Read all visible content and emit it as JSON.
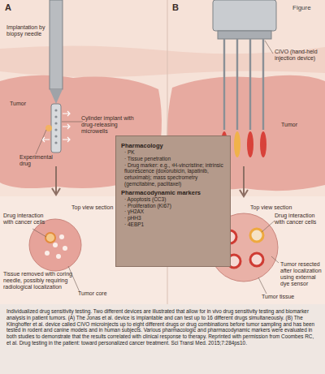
{
  "diagram": {
    "title": "Figure",
    "caption": "Individualized drug sensitivity testing. Two different devices are illustrated that allow for in vivo drug sensitivity testing and biomarker analysis in patient tumors. (A) The Jonas et al. device is implantable and can test up to 16 different drugs simultaneously. (B) The Klinghoffer et al. device called CIVO microinjects up to eight different drugs or drug combinations before tumor sampling and has been tested in rodent and canine models and in human subjects. Various pharmacologic and pharmacodynamic markers were evaluated in both studies to demonstrate that the results correlated with clinical response to therapy. Reprinted with permission from Coombes RC, et al. Drug testing in the patient: toward personalized cancer treatment. Sci Transl Med. 2015;7:284ps10.",
    "nodes": [
      {
        "text": [
          "Pharmacology",
          "· PK",
          "· Tissue penetration",
          "· Drug marker: e.g., ³H-vincristine; intrinsic fluorescence (doxorubicin, lapatinib, cetuximab); mass spectrometry (gemcitabine, paclitaxel)",
          "Pharmacodynamic markers",
          "· Apoptosis (CC3)",
          "· Proliferation (Ki67)",
          "· γH2AX",
          "· pHH3",
          "· 4EBP1"
        ]
      }
    ],
    "labels": [
      "A",
      "B",
      "Implantation by biopsy needle",
      "Tumor",
      "Cylinder implant with drug-releasing microwells",
      "Experimental drug",
      "Top view section",
      "Drug interaction with cancer cells",
      "Tissue removed with coring needle, possibly requiring radiological localization",
      "Tumor core",
      "CIVO (hand-held injection device)",
      "Tumor",
      "Top view section",
      "Drug interaction with cancer cells",
      "Tumor resected after localization using external dye sensor",
      "Tumor tissue"
    ]
  }
}
